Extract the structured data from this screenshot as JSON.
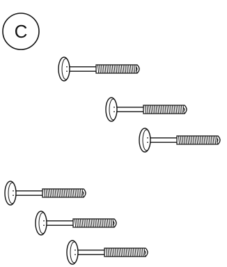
{
  "callout": {
    "label": "C"
  },
  "parts": {
    "item": "screw",
    "count": 6,
    "groups": [
      {
        "count": 3
      },
      {
        "count": 3
      }
    ]
  },
  "colors": {
    "stroke": "#111111",
    "background": "#ffffff"
  }
}
